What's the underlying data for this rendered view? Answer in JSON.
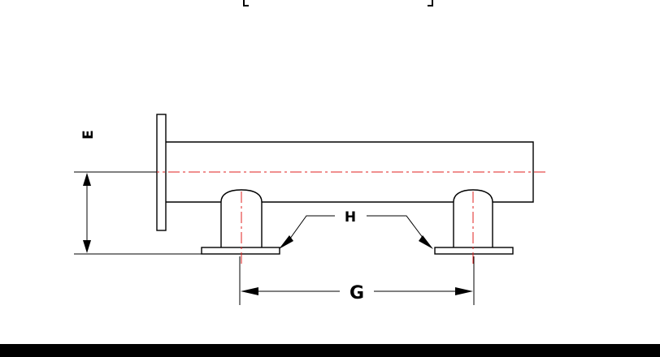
{
  "diagram": {
    "labels": {
      "e": "E",
      "h": "H",
      "g": "G"
    },
    "colors": {
      "outline": "#000000",
      "centerline": "#e0201f",
      "background": "#ffffff"
    }
  }
}
